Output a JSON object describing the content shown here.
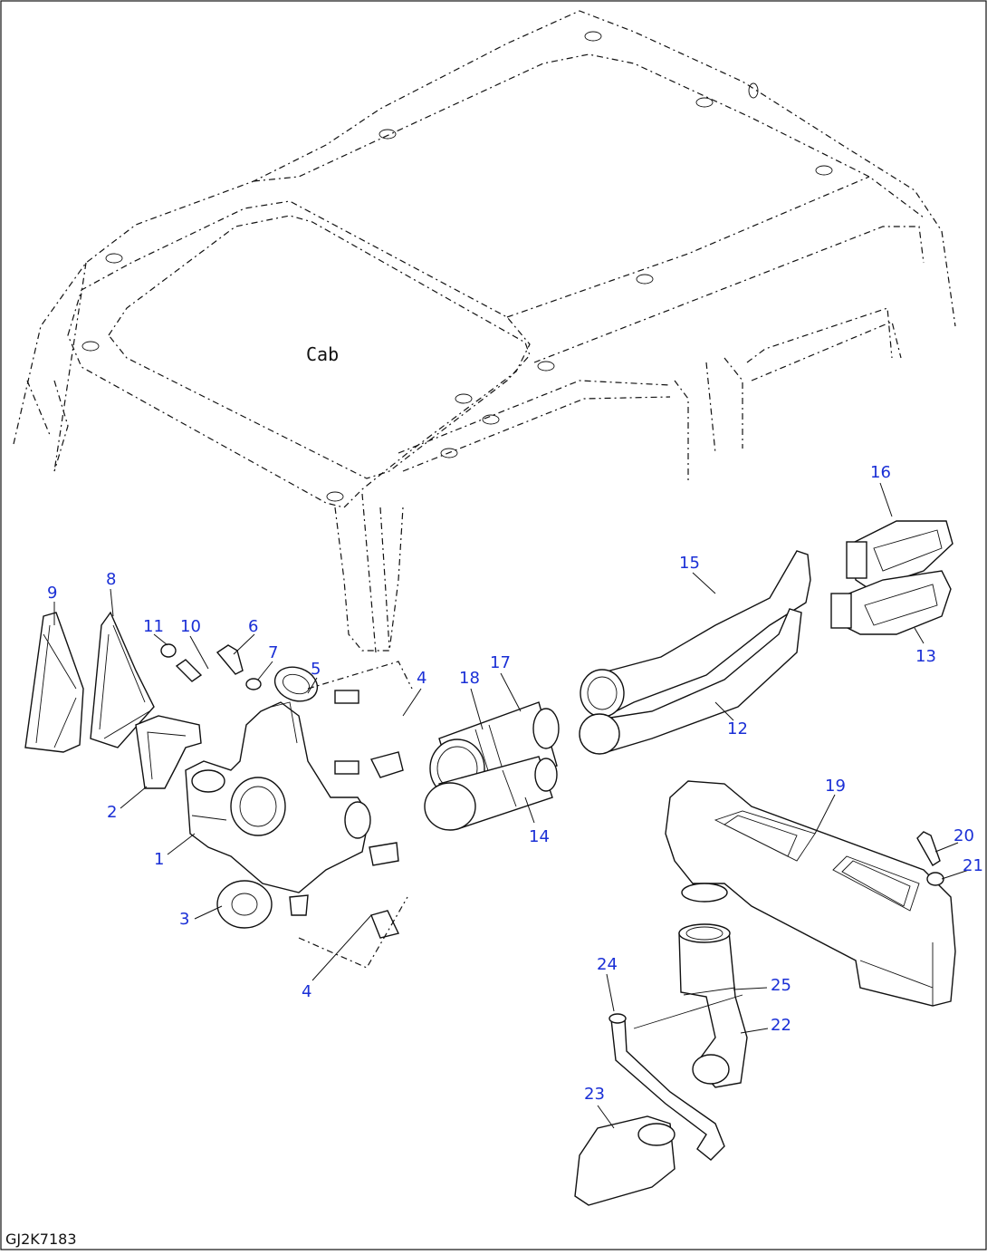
{
  "diagram": {
    "cab_label": "Cab",
    "drawing_code": "GJ2K7183",
    "callouts": [
      {
        "id": "c1",
        "text": "1"
      },
      {
        "id": "c2",
        "text": "2"
      },
      {
        "id": "c3",
        "text": "3"
      },
      {
        "id": "c4a",
        "text": "4"
      },
      {
        "id": "c4b",
        "text": "4"
      },
      {
        "id": "c5",
        "text": "5"
      },
      {
        "id": "c6",
        "text": "6"
      },
      {
        "id": "c7",
        "text": "7"
      },
      {
        "id": "c8",
        "text": "8"
      },
      {
        "id": "c9",
        "text": "9"
      },
      {
        "id": "c10",
        "text": "10"
      },
      {
        "id": "c11",
        "text": "11"
      },
      {
        "id": "c12",
        "text": "12"
      },
      {
        "id": "c13",
        "text": "13"
      },
      {
        "id": "c14",
        "text": "14"
      },
      {
        "id": "c15",
        "text": "15"
      },
      {
        "id": "c16",
        "text": "16"
      },
      {
        "id": "c17",
        "text": "17"
      },
      {
        "id": "c18",
        "text": "18"
      },
      {
        "id": "c19",
        "text": "19"
      },
      {
        "id": "c20",
        "text": "20"
      },
      {
        "id": "c21",
        "text": "21"
      },
      {
        "id": "c22",
        "text": "22"
      },
      {
        "id": "c23",
        "text": "23"
      },
      {
        "id": "c24",
        "text": "24"
      },
      {
        "id": "c25",
        "text": "25"
      }
    ],
    "colors": {
      "callout": "#1a2fd6",
      "line": "#111111",
      "background": "#ffffff"
    }
  }
}
